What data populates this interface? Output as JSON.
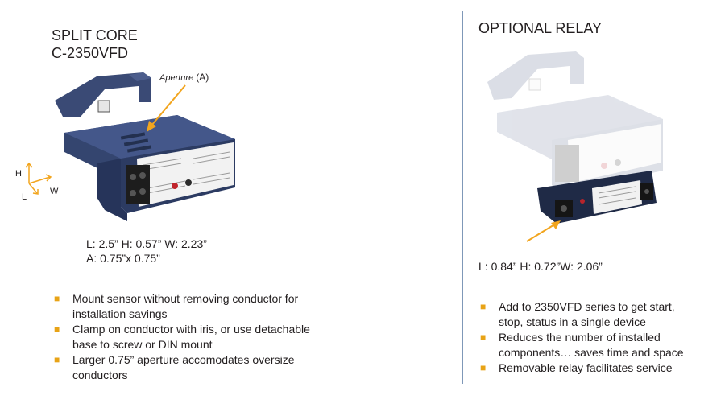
{
  "left": {
    "title_line1": "SPLIT CORE",
    "title_line2": "C-2350VFD",
    "aperture_label_italic": "Aperture",
    "aperture_label_tag": "(A)",
    "axes": {
      "h": "H",
      "w": "W",
      "l": "L"
    },
    "dims_line1": "L: 2.5” H: 0.57” W: 2.23”",
    "dims_line2": "A: 0.75”x 0.75”",
    "bullets": [
      {
        "line1": "Mount sensor without removing conductor for",
        "line2": "installation savings"
      },
      {
        "line1": "Clamp on conductor with iris, or use detachable",
        "line2": "base to screw or DIN mount"
      },
      {
        "line1": "Larger 0.75” aperture accomodates oversize",
        "line2": "conductors"
      }
    ]
  },
  "right": {
    "title": "OPTIONAL RELAY",
    "dims": "L: 0.84” H: 0.72”W: 2.06”",
    "bullets": [
      {
        "line1": "Add to 2350VFD series to get start,",
        "line2": "stop, status in a single device"
      },
      {
        "line1": "Reduces the number of installed",
        "line2": "components… saves time and space"
      },
      {
        "line1": "Removable relay facilitates service",
        "line2": ""
      }
    ]
  },
  "colors": {
    "bullet": "#e8a316",
    "arrow": "#f2a51e",
    "divider": "#7f98b8",
    "housing": "#2f3f66"
  },
  "icons": {
    "bullet": "square-bullet-icon",
    "arrow": "pointer-arrow-icon",
    "axes": "axes-icon"
  }
}
